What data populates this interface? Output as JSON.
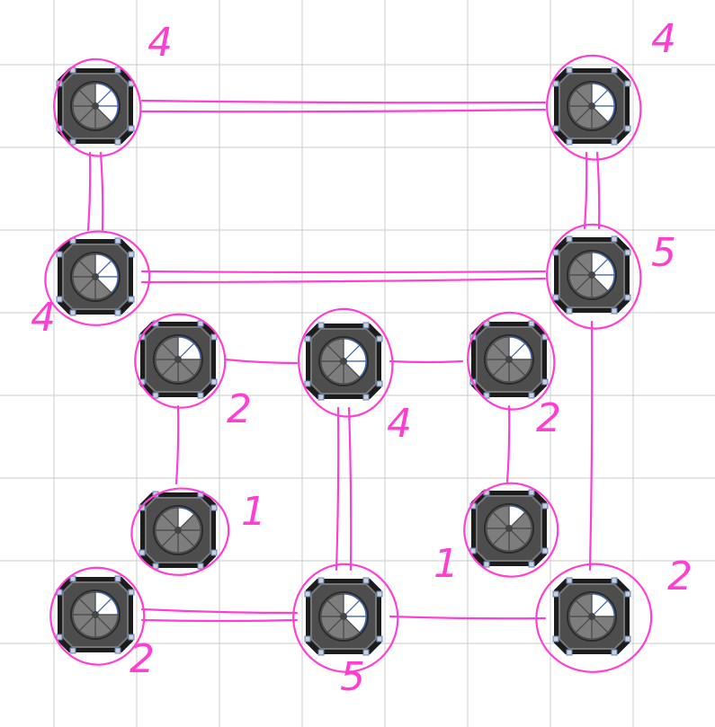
{
  "puzzle": {
    "colors": {
      "grid_line": "#d4d4d4",
      "ink": "#ff3fd2",
      "node_outer": "#1c1c1c",
      "node_body": "#4d4d4d",
      "node_light": "#cfcfcf",
      "wedge_fill": "#ffffff",
      "wedge_accent": "#3a66b8"
    },
    "islands": [
      {
        "id": "a",
        "label": "4",
        "lit": 4
      },
      {
        "id": "b",
        "label": "4",
        "lit": 4
      },
      {
        "id": "c",
        "label": "4",
        "lit": 4
      },
      {
        "id": "d",
        "label": "5",
        "lit": 5
      },
      {
        "id": "e",
        "label": "2",
        "lit": 2
      },
      {
        "id": "f",
        "label": "4",
        "lit": 4
      },
      {
        "id": "g",
        "label": "2",
        "lit": 2
      },
      {
        "id": "h",
        "label": "1",
        "lit": 1
      },
      {
        "id": "i",
        "label": "1",
        "lit": 1
      },
      {
        "id": "j",
        "label": "2",
        "lit": 2
      },
      {
        "id": "k",
        "label": "5",
        "lit": 5
      },
      {
        "id": "l",
        "label": "2",
        "lit": 2
      }
    ],
    "bridges": [
      {
        "from": "a",
        "to": "b",
        "count": 2
      },
      {
        "from": "a",
        "to": "c",
        "count": 2
      },
      {
        "from": "b",
        "to": "d",
        "count": 2
      },
      {
        "from": "c",
        "to": "d",
        "count": 2
      },
      {
        "from": "d",
        "to": "l",
        "count": 1
      },
      {
        "from": "e",
        "to": "f",
        "count": 1
      },
      {
        "from": "e",
        "to": "h",
        "count": 1
      },
      {
        "from": "f",
        "to": "g",
        "count": 1
      },
      {
        "from": "f",
        "to": "k",
        "count": 2
      },
      {
        "from": "g",
        "to": "i",
        "count": 1
      },
      {
        "from": "j",
        "to": "k",
        "count": 2
      },
      {
        "from": "k",
        "to": "l",
        "count": 1
      }
    ]
  }
}
